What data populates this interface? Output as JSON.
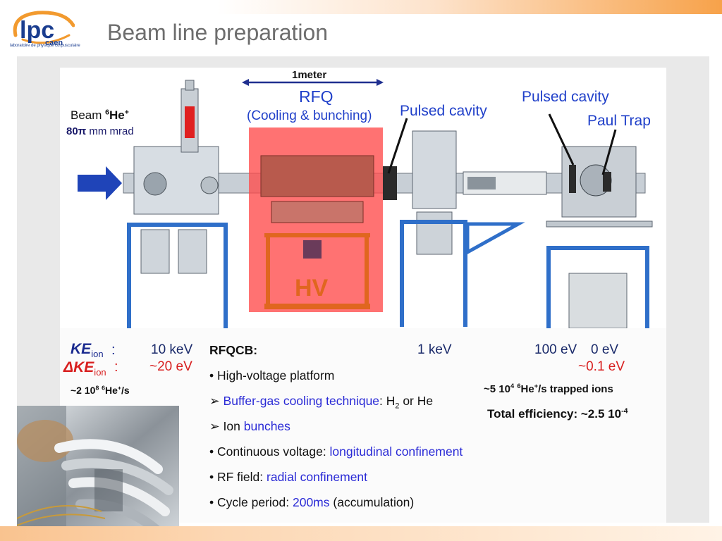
{
  "header": {
    "title": "Beam line preparation",
    "logo_text": "lpc",
    "logo_subtext": "caen",
    "logo_tagline": "laboratoire de physique corpusculaire"
  },
  "diagram": {
    "scale_label": "1meter",
    "beam_label_prefix": "Beam ",
    "beam_mass": "6",
    "beam_element": "He",
    "beam_charge": "+",
    "emittance_value": "80",
    "emittance_pi": "π",
    "emittance_unit": " mm mrad",
    "rfq_label": "RFQ",
    "rfq_sublabel": "(Cooling & bunching)",
    "pulsed_cavity_1": "Pulsed cavity",
    "pulsed_cavity_2": "Pulsed cavity",
    "paul_trap": "Paul Trap",
    "hv_label": "HV"
  },
  "energies": {
    "ke_label": "KE",
    "ke_sub": "ion",
    "colon": ":",
    "dke_delta": "Δ",
    "dke_label": "KE",
    "dke_sub": "ion",
    "ke_10kev": "10 keV",
    "dke_20ev": "~20 eV",
    "ke_1kev": "1 keV",
    "ke_100ev": "100 eV",
    "ke_0ev": "0 eV",
    "dke_01ev": "~0.1 eV"
  },
  "rates": {
    "injected_prefix": "~2 10",
    "injected_exp": "8",
    "injected_mass": "6",
    "injected_el": "He",
    "injected_charge": "+",
    "injected_unit": "/s",
    "trapped_prefix": "~5 10",
    "trapped_exp": "4",
    "trapped_mass": "6",
    "trapped_el": "He",
    "trapped_charge": "+",
    "trapped_suffix": "/s trapped ions",
    "efficiency_prefix": "Total efficiency: ~2.5 10",
    "efficiency_exp": "-4"
  },
  "rfqcb": {
    "heading": "RFQCB:",
    "b1": "• High-voltage platform",
    "b2_marker": "➢",
    "b2_hl": "Buffer-gas cooling technique",
    "b2_rest_a": ": H",
    "b2_sub": "2",
    "b2_rest_b": " or He",
    "b3_marker": "➢",
    "b3_text": "Ion ",
    "b3_hl": "bunches",
    "b4_text": "• Continuous voltage: ",
    "b4_hl": "longitudinal confinement",
    "b5_text": "• RF field: ",
    "b5_hl": "radial confinement",
    "b6_text": "• Cycle period: ",
    "b6_hl": "200ms",
    "b6_rest": " (accumulation)"
  },
  "colors": {
    "accent_orange": "#f7a24a",
    "title_gray": "#6d6d6d",
    "hv_red": "#ff4a4a",
    "support_blue": "#2f6fc9",
    "link_blue": "#2a2ad6"
  }
}
